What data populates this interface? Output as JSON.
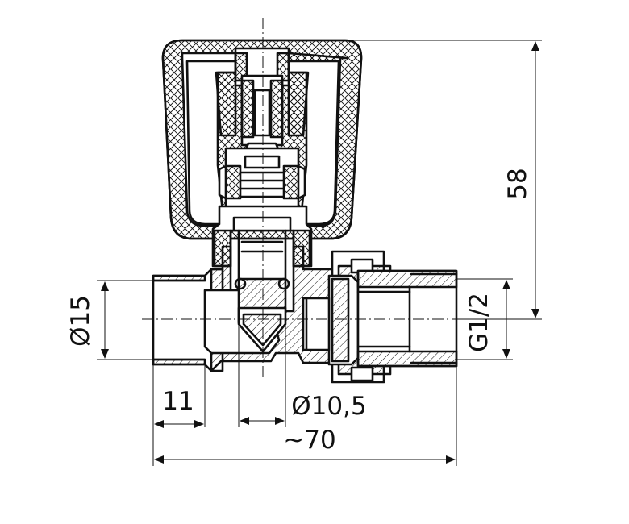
{
  "dimensions": {
    "height": "58",
    "pipe_diameter": "Ø15",
    "thread": "G1/2",
    "socket_length": "11",
    "bore_diameter": "Ø10,5",
    "overall_length": "~70"
  }
}
